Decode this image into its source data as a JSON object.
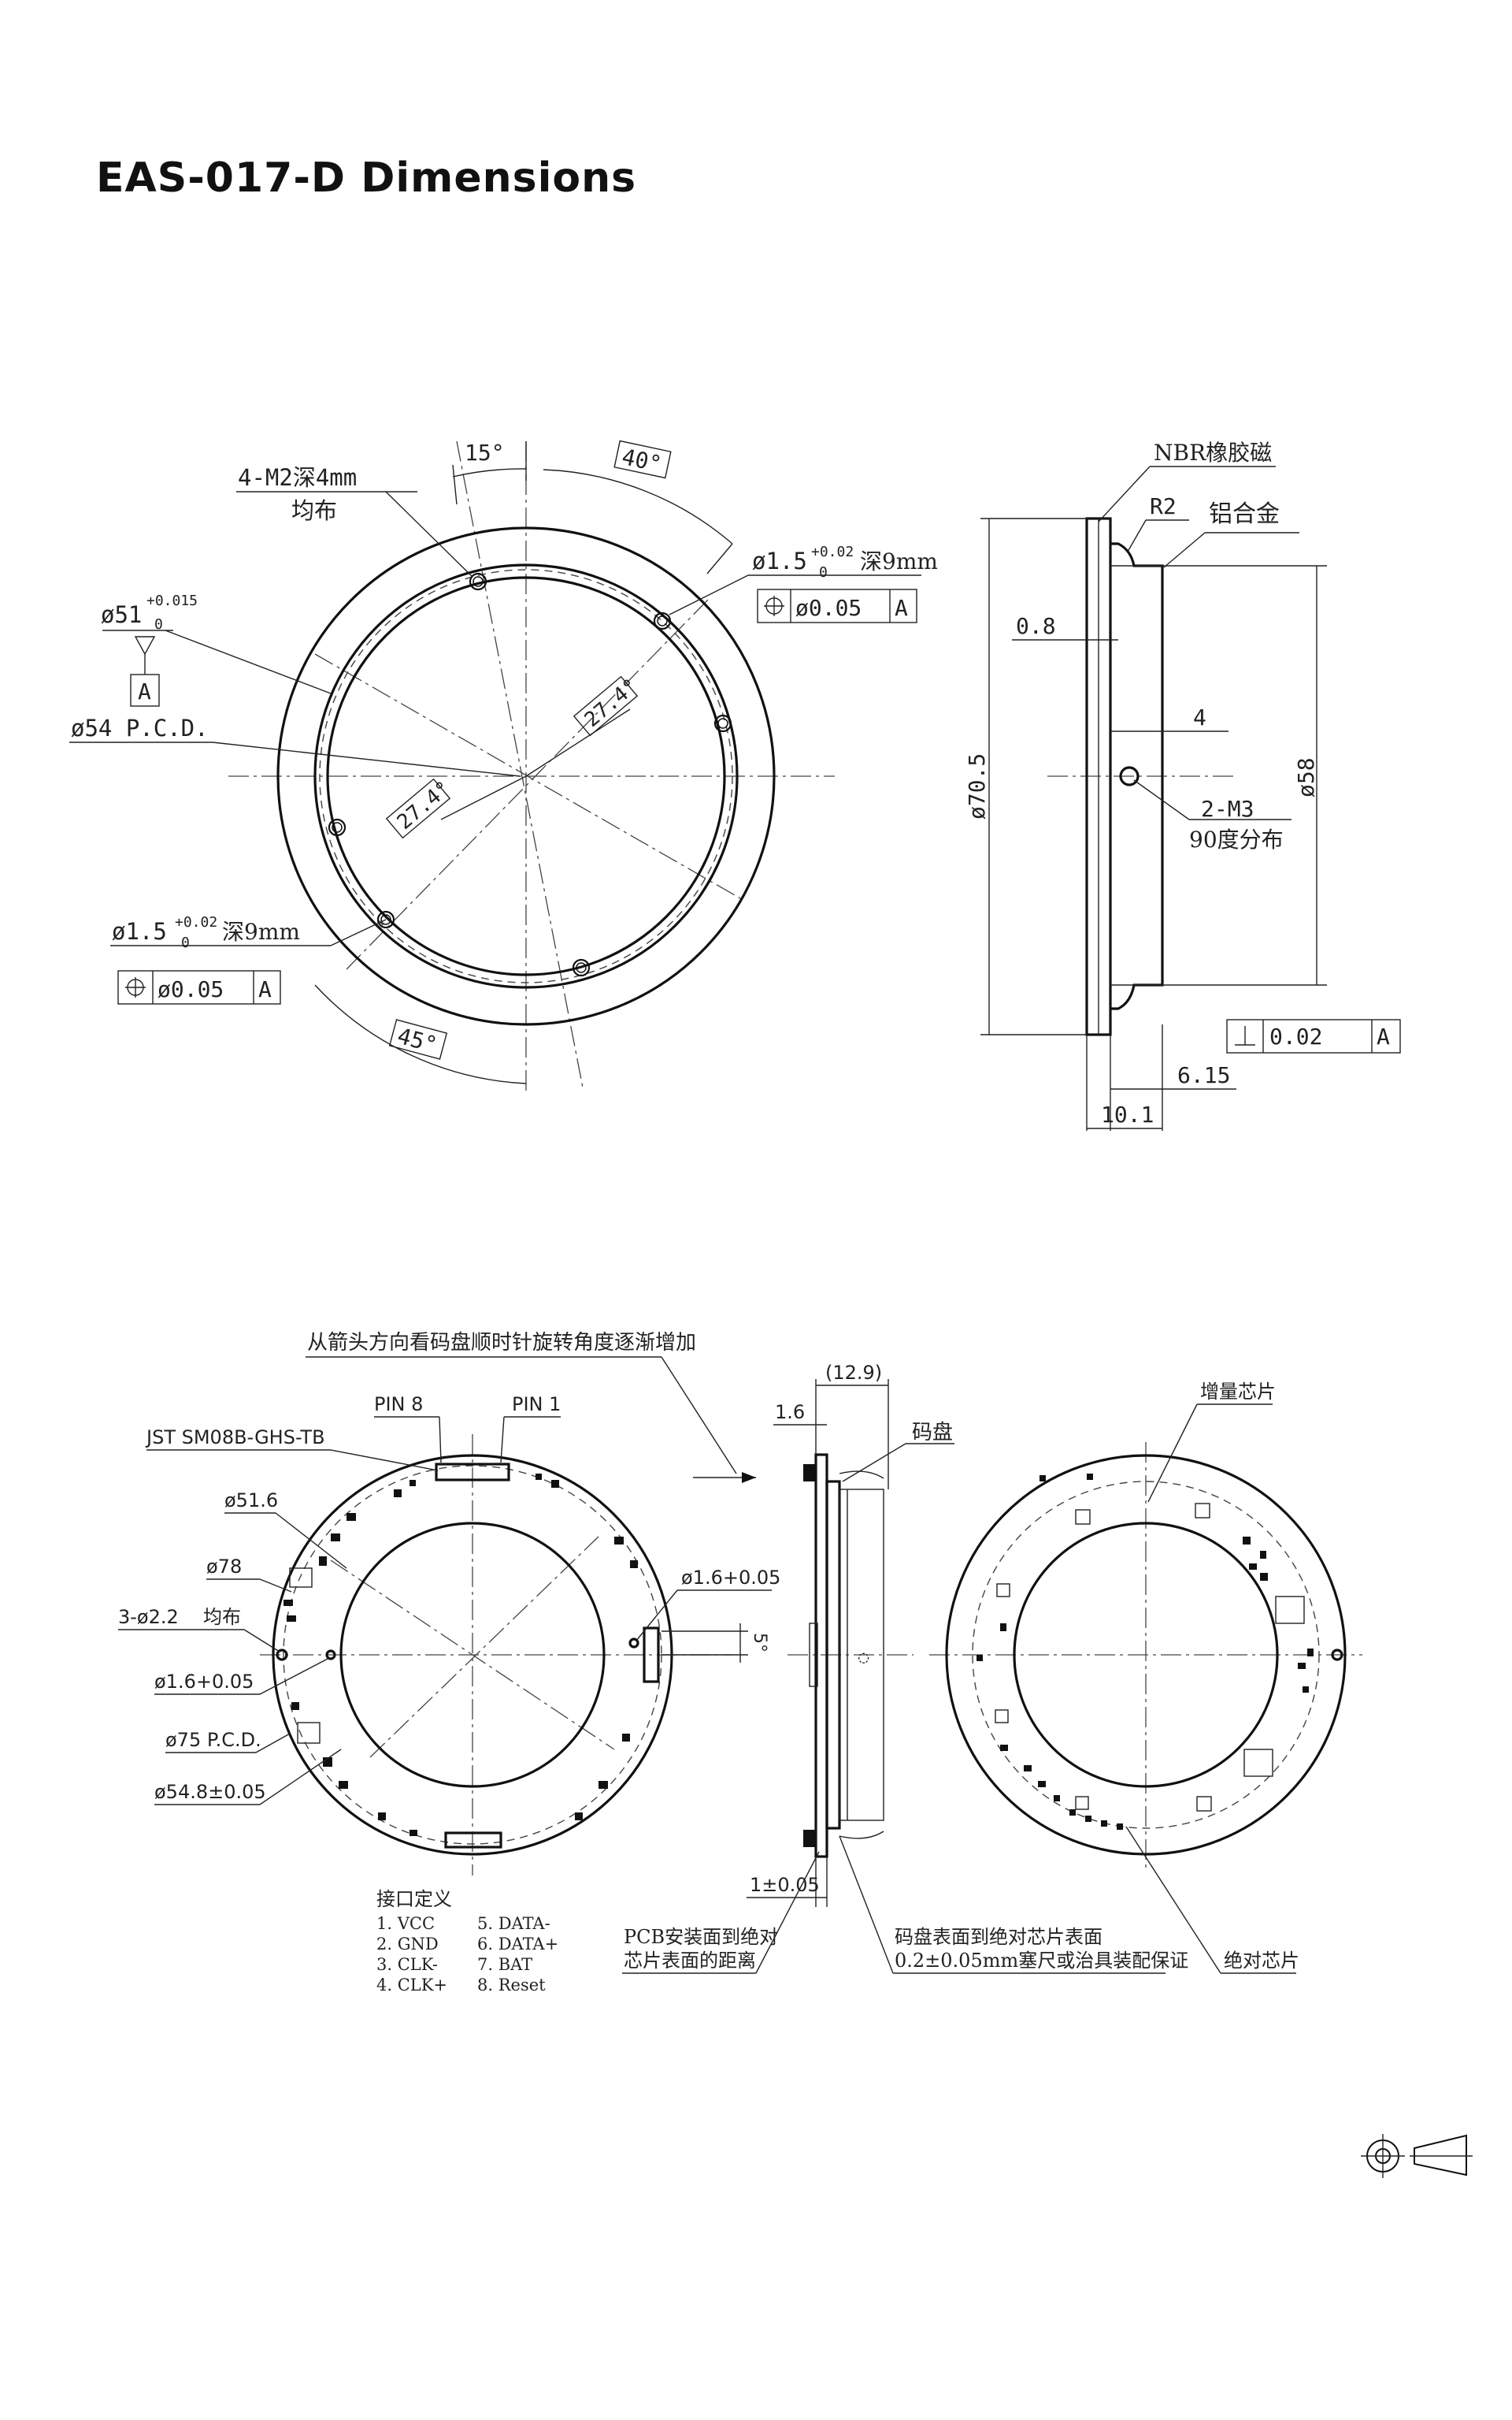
{
  "title": "EAS-017-D Dimensions",
  "ring_view": {
    "tap_holes": "4-M2深4mm",
    "tap_holes_sub": "均布",
    "angle_top": "15°",
    "angle_top_right": "40°",
    "angle_bottom": "45°",
    "bore_dia": "ø51",
    "bore_tol_upper": "+0.015",
    "bore_tol_lower": "0",
    "datum": "A",
    "pcd": "ø54 P.C.D.",
    "pin_hole_upper": "ø1.5",
    "pin_tol_upper": "+0.02",
    "pin_tol_lower": "0",
    "pin_depth": "深9mm",
    "position_tol": "ø0.05",
    "angle_box_1": "27.4°",
    "angle_box_2": "27.4°"
  },
  "side_view": {
    "magnet": "NBR橡胶磁",
    "radius": "R2",
    "aluminium": "铝合金",
    "dim_0_8": "0.8",
    "dim_4": "4",
    "dia_70_5": "ø70.5",
    "dia_58": "ø58",
    "holes": "2-M3",
    "holes_sub": "90度分布",
    "perp_tol": "0.02",
    "datum": "A",
    "dim_6_15": "6.15",
    "dim_10_1": "10.1"
  },
  "pcb_view": {
    "rotation_note": "从箭头方向看码盘顺时针旋转角度逐渐增加",
    "pin8": "PIN 8",
    "pin1": "PIN 1",
    "connector": "JST SM08B-GHS-TB",
    "d51_6": "ø51.6",
    "d78": "ø78",
    "mount_holes": "3-ø2.2",
    "mount_holes_sub": "均布",
    "d1_6_right": "ø1.6+0.05",
    "d1_6_left": "ø1.6+0.05",
    "pcd75": "ø75 P.C.D.",
    "d54_8": "ø54.8±0.05",
    "angle_5": "5°",
    "iface_title": "接口定义",
    "pins_left": [
      "1.  VCC",
      "2.  GND",
      "3.  CLK-",
      "4.  CLK+"
    ],
    "pins_right": [
      "5.  DATA-",
      "6.  DATA+",
      "7.  BAT",
      "8.  Reset"
    ]
  },
  "pcb_side": {
    "dim_12_9": "(12.9)",
    "dim_1_6": "1.6",
    "disc": "码盘",
    "dim_1": "1±0.05",
    "note_pcb_1": "PCB安装面到绝对",
    "note_pcb_2": "芯片表面的距离",
    "note_disc_1": "码盘表面到绝对芯片表面",
    "note_disc_2": "0.2±0.05mm塞尺或治具装配保证"
  },
  "chip_view": {
    "incremental": "增量芯片",
    "absolute": "绝对芯片"
  }
}
